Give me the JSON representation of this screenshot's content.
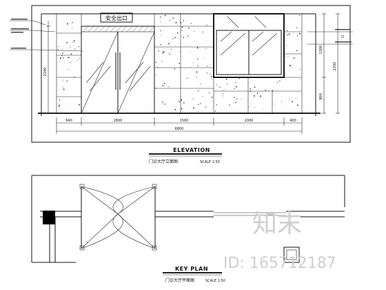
{
  "elevation": {
    "sign_text": "安全出口",
    "title": "ELEVATION",
    "subtitle": "门诊大厅立面图",
    "scale": "SCALE 1:50",
    "dims_bottom": [
      "640",
      "2800",
      "1560",
      "2000",
      "400"
    ],
    "dim_total": "6800",
    "dims_left": [
      "2200"
    ],
    "dims_right": [
      "1300",
      "2200",
      "900"
    ]
  },
  "plan": {
    "title": "KEY PLAN",
    "subtitle": "门诊大厅平面图",
    "scale": "SCALE 1:50"
  },
  "watermark": {
    "brand": "知末",
    "id": "ID: 165712187"
  }
}
